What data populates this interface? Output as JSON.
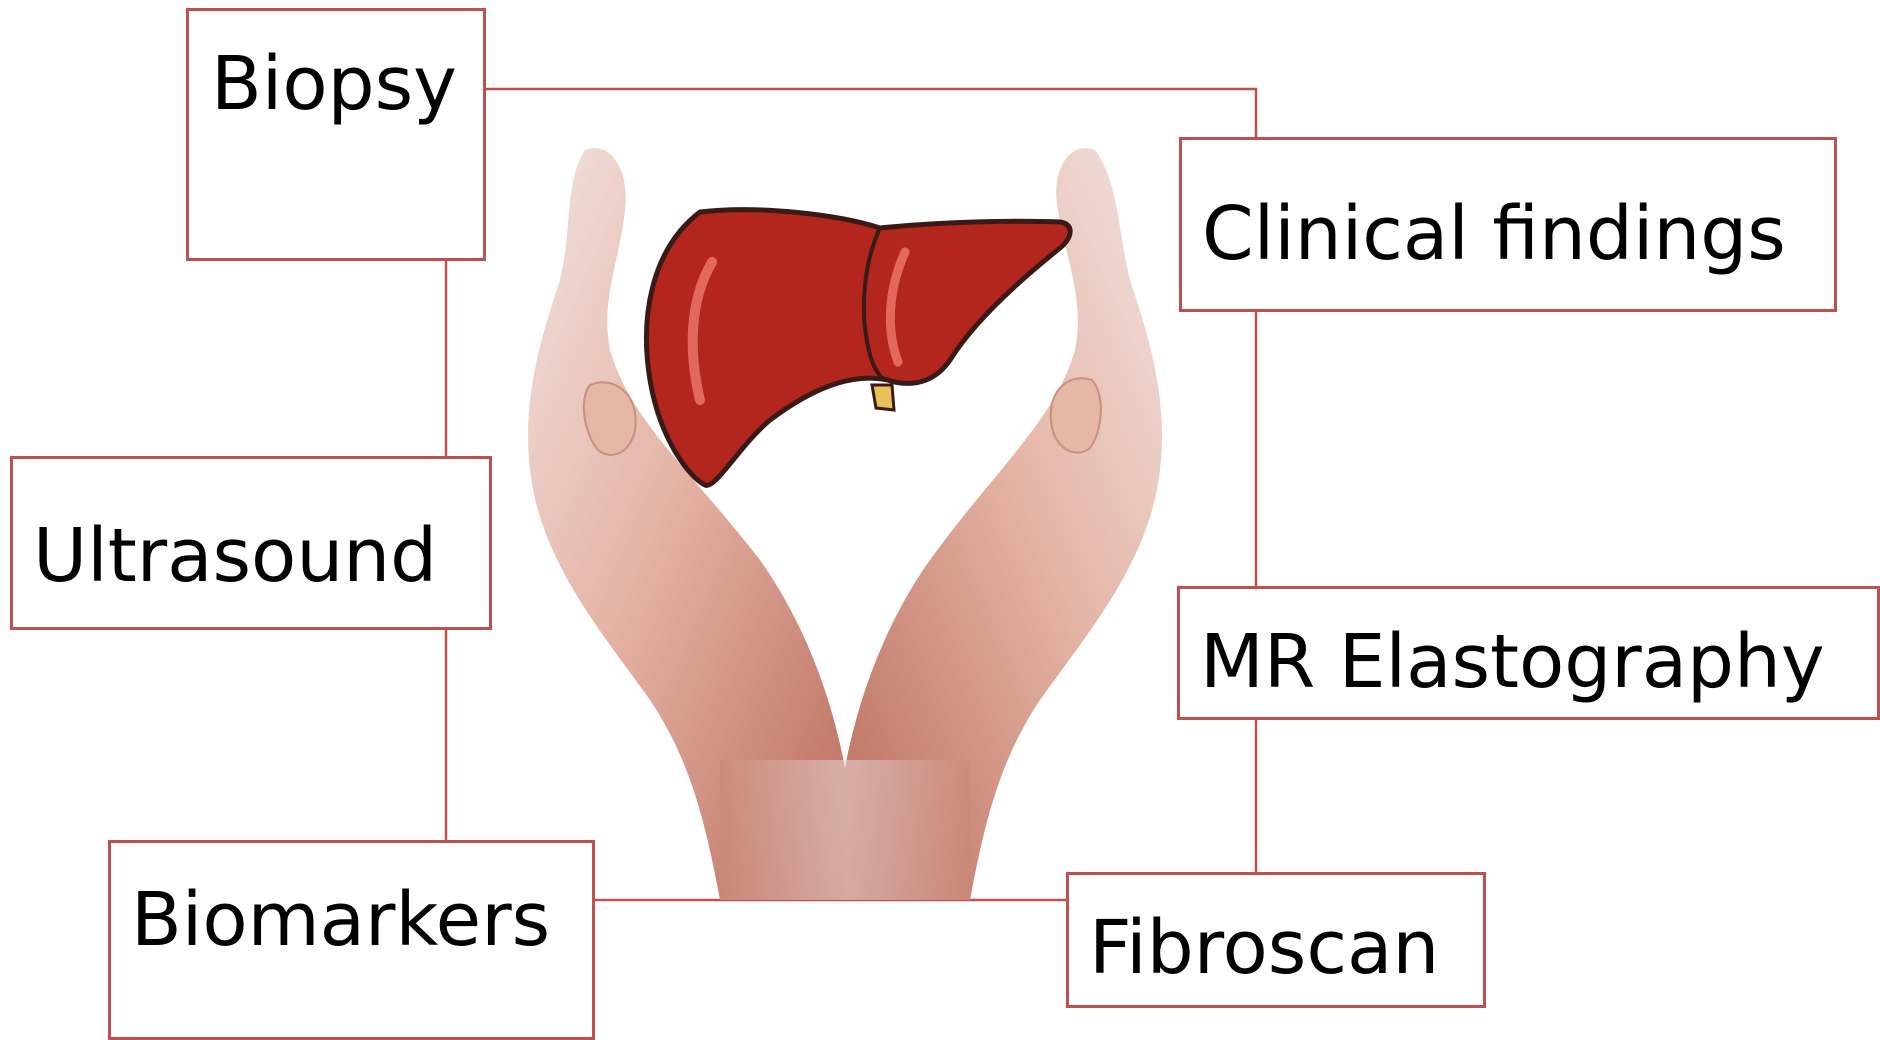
{
  "diagram": {
    "labels": {
      "biopsy": "Biopsy",
      "clinical_findings": "Clinical findings",
      "ultrasound": "Ultrasound",
      "mr_elastography": "MR Elastography",
      "biomarkers": "Biomarkers",
      "fibroscan": "Fibroscan"
    },
    "central_image": {
      "subject": "liver held between two cupped hands",
      "icons": [
        "hands-icon",
        "liver-icon"
      ]
    },
    "colors": {
      "box_border": "#c0504d",
      "connector_line": "#c0504d",
      "liver": "#b3261e",
      "liver_highlight": "#e2675c",
      "gallbladder": "#e8c35a",
      "skin": "#d99a86",
      "text": "#000000"
    }
  }
}
